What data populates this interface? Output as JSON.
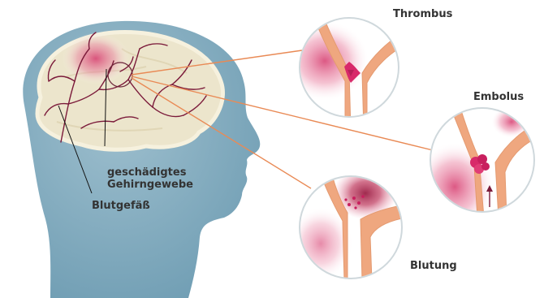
{
  "labels": {
    "thrombus": "Thrombus",
    "embolus": "Embolus",
    "blutung": "Blutung",
    "damaged_tissue_line1": "geschädigtes",
    "damaged_tissue_line2": "Gehirngewebe",
    "blood_vessel": "Blutgefäß"
  },
  "colors": {
    "head": "#8cb1c3",
    "brain": "#ece5cc",
    "vessel": "#efa77f",
    "damage": "#d94c7a",
    "connector": "#e98a55",
    "circle_border": "#cfd8dc",
    "text": "#333333"
  }
}
